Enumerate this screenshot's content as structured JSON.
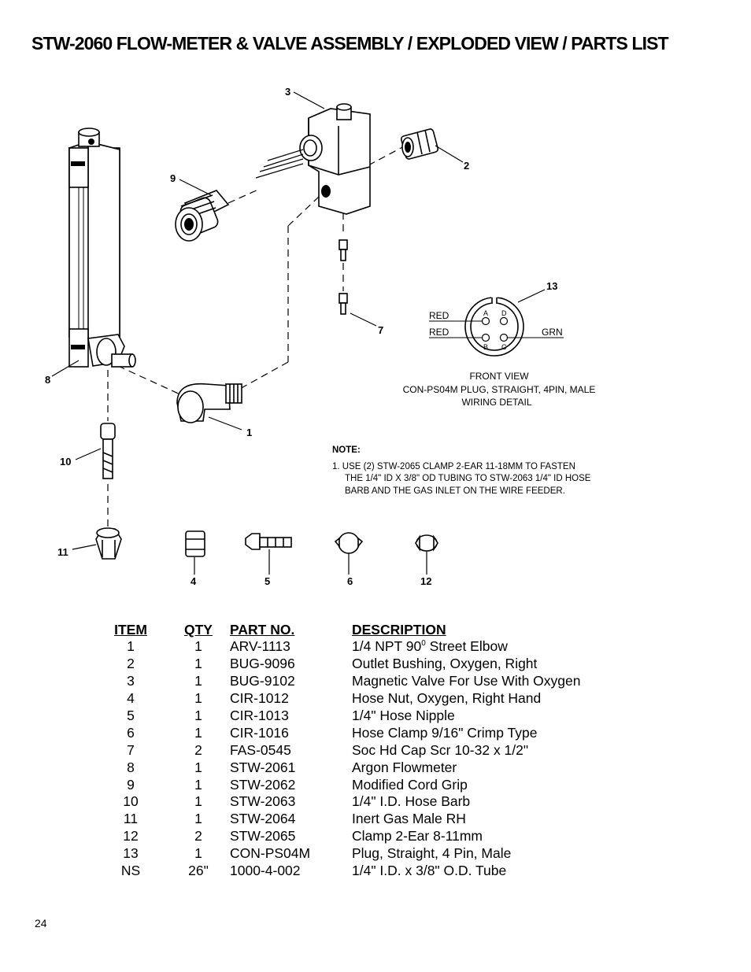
{
  "title": "STW-2060 FLOW-METER & VALVE ASSEMBLY / EXPLODED VIEW / PARTS LIST",
  "callouts": [
    "1",
    "2",
    "3",
    "4",
    "5",
    "6",
    "7",
    "8",
    "9",
    "10",
    "11",
    "12",
    "13"
  ],
  "wiring": {
    "labels": {
      "red1": "RED",
      "red2": "RED",
      "grn": "GRN"
    },
    "pins": [
      "A",
      "D",
      "B",
      "C"
    ],
    "caption": [
      "FRONT VIEW",
      "CON-PS04M PLUG, STRAIGHT, 4PIN, MALE",
      "WIRING DETAIL"
    ]
  },
  "note": {
    "title": "NOTE:",
    "lines": [
      "1.  USE (2) STW-2065 CLAMP 2-EAR 11-18MM TO FASTEN",
      "THE 1/4\" ID X 3/8\" OD TUBING TO STW-2063 1/4\" ID HOSE",
      "BARB AND THE GAS INLET ON THE WIRE FEEDER."
    ]
  },
  "parts_list": {
    "headers": [
      "ITEM",
      "QTY",
      "PART NO.",
      "DESCRIPTION"
    ],
    "rows": [
      {
        "item": "1",
        "qty": "1",
        "part": "ARV-1113",
        "desc": "1/4 NPT 90",
        "sup": "0",
        "desc2": " Street Elbow"
      },
      {
        "item": "2",
        "qty": "1",
        "part": "BUG-9096",
        "desc": "Outlet Bushing, Oxygen, Right"
      },
      {
        "item": "3",
        "qty": "1",
        "part": "BUG-9102",
        "desc": "Magnetic Valve For Use With Oxygen"
      },
      {
        "item": "4",
        "qty": "1",
        "part": "CIR-1012",
        "desc": "Hose Nut, Oxygen, Right Hand"
      },
      {
        "item": "5",
        "qty": "1",
        "part": "CIR-1013",
        "desc": "1/4\" Hose Nipple"
      },
      {
        "item": "6",
        "qty": "1",
        "part": "CIR-1016",
        "desc": "Hose Clamp 9/16\" Crimp Type"
      },
      {
        "item": "7",
        "qty": "2",
        "part": "FAS-0545",
        "desc": "Soc Hd Cap Scr 10-32 x 1/2\""
      },
      {
        "item": "8",
        "qty": "1",
        "part": "STW-2061",
        "desc": "Argon Flowmeter"
      },
      {
        "item": "9",
        "qty": "1",
        "part": "STW-2062",
        "desc": "Modified Cord Grip"
      },
      {
        "item": "10",
        "qty": "1",
        "part": "STW-2063",
        "desc": "1/4\" I.D. Hose Barb"
      },
      {
        "item": "11",
        "qty": "1",
        "part": "STW-2064",
        "desc": "Inert Gas Male RH"
      },
      {
        "item": "12",
        "qty": "2",
        "part": "STW-2065",
        "desc": "Clamp 2-Ear 8-11mm"
      },
      {
        "item": "13",
        "qty": "1",
        "part": "CON-PS04M",
        "desc": "Plug, Straight, 4 Pin, Male"
      },
      {
        "item": "NS",
        "qty": "26\"",
        "part": "1000-4-002",
        "desc": "1/4\" I.D. x 3/8\" O.D. Tube"
      }
    ]
  },
  "page_number": "24"
}
